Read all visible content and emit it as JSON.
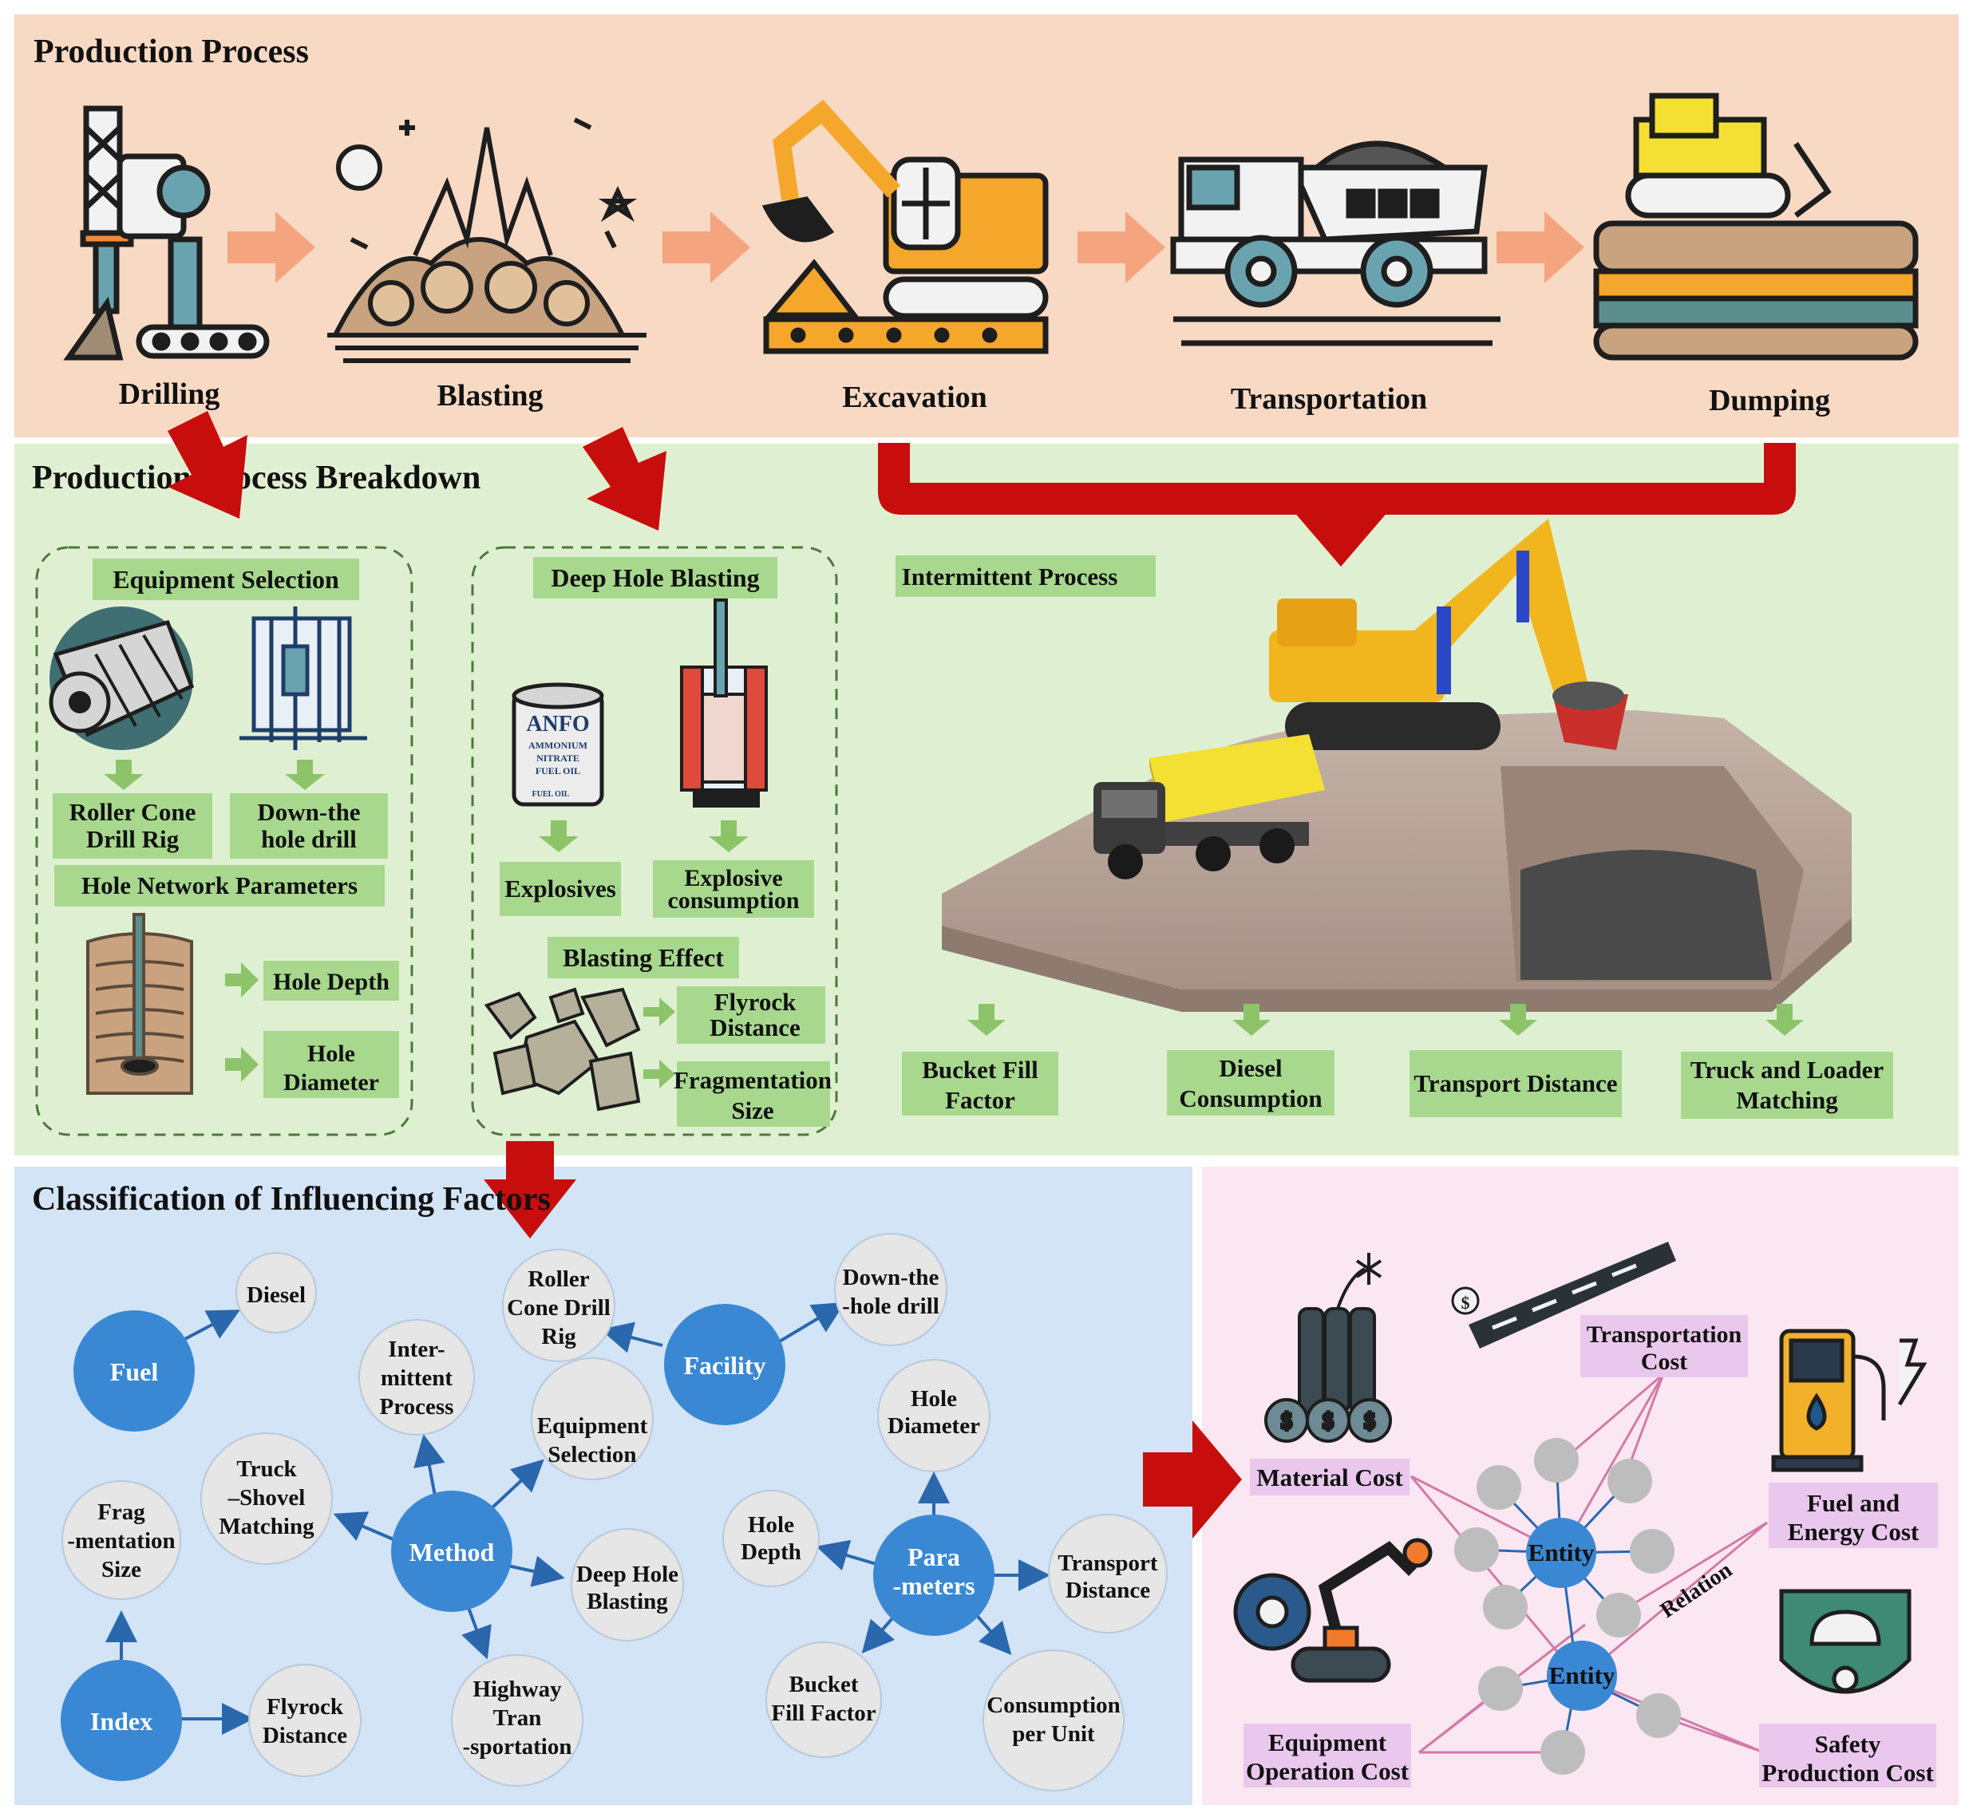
{
  "section1": {
    "title": "Production Process",
    "stages": [
      "Drilling",
      "Blasting",
      "Excavation",
      "Transportation",
      "Dumping"
    ]
  },
  "section2": {
    "title": "Production Process Breakdown",
    "drilling": {
      "equipment_selection": "Equipment Selection",
      "roller_cone": [
        "Roller Cone",
        "Drill Rig"
      ],
      "down_hole": [
        "Down-the",
        "hole drill"
      ],
      "hole_network": "Hole Network Parameters",
      "hole_depth": "Hole Depth",
      "hole_diameter": [
        "Hole",
        "Diameter"
      ]
    },
    "blasting": {
      "deep_hole": "Deep Hole Blasting",
      "anfo_label": [
        "ANFO",
        "AMMONIUM",
        "NITRATE",
        "FUEL OIL",
        "FUEL OIL"
      ],
      "explosives": "Explosives",
      "explosive_consumption": [
        "Explosive",
        "consumption"
      ],
      "blasting_effect": "Blasting Effect",
      "flyrock": [
        "Flyrock",
        "Distance"
      ],
      "fragmentation": [
        "Fragmentation",
        "Size"
      ]
    },
    "intermittent": {
      "label": "Intermittent Process",
      "bucket": [
        "Bucket Fill",
        "Factor"
      ],
      "diesel": [
        "Diesel",
        "Consumption"
      ],
      "transport": "Transport Distance",
      "matching": [
        "Truck and Loader",
        "Matching"
      ]
    }
  },
  "section3": {
    "title": "Classification of Influencing Factors",
    "fuel": "Fuel",
    "diesel": "Diesel",
    "facility": "Facility",
    "roller": [
      "Roller",
      "Cone Drill",
      "Rig"
    ],
    "downhole": [
      "Down-the",
      "-hole drill"
    ],
    "method": "Method",
    "intermittent": [
      "Inter-",
      "mittent",
      "Process"
    ],
    "equip_sel": [
      "Equipment",
      "Selection"
    ],
    "truck_shovel": [
      "Truck",
      "–Shovel",
      "Matching"
    ],
    "deep_hole": [
      "Deep Hole",
      "Blasting"
    ],
    "highway": [
      "Highway",
      "Tran",
      "-sportation"
    ],
    "frag": [
      "Frag",
      "-mentation",
      "Size"
    ],
    "index": "Index",
    "flyrock": [
      "Flyrock",
      "Distance"
    ],
    "params": [
      "Para",
      "-meters"
    ],
    "hole_diameter": [
      "Hole",
      "Diameter"
    ],
    "hole_depth": [
      "Hole",
      "Depth"
    ],
    "transport_distance": [
      "Transport",
      "Distance"
    ],
    "bucket": [
      "Bucket",
      "Fill Factor"
    ],
    "consumption": [
      "Consumption",
      "per Unit"
    ]
  },
  "section4": {
    "material": "Material Cost",
    "transport": [
      "Transportation",
      "Cost"
    ],
    "fuel_energy": [
      "Fuel and",
      "Energy Cost"
    ],
    "equipment": [
      "Equipment",
      "Operation Cost"
    ],
    "safety": [
      "Safety",
      "Production Cost"
    ],
    "entity": "Entity",
    "relation": "Relation"
  },
  "colors": {
    "section1_bg": "#f8d9c4",
    "section2_bg": "#dff0d2",
    "section3_bg": "#d3e4f7",
    "section4_bg": "#fbe7f1",
    "label_green": "#a7d88e",
    "node_blue": "#3a88d4",
    "node_grey": "#e6e6e6",
    "arrow_red": "#c80d0d",
    "arrow_orange": "#f4a57f",
    "pink_label": "#eac7ec",
    "pink_line": "#d27aa8"
  }
}
